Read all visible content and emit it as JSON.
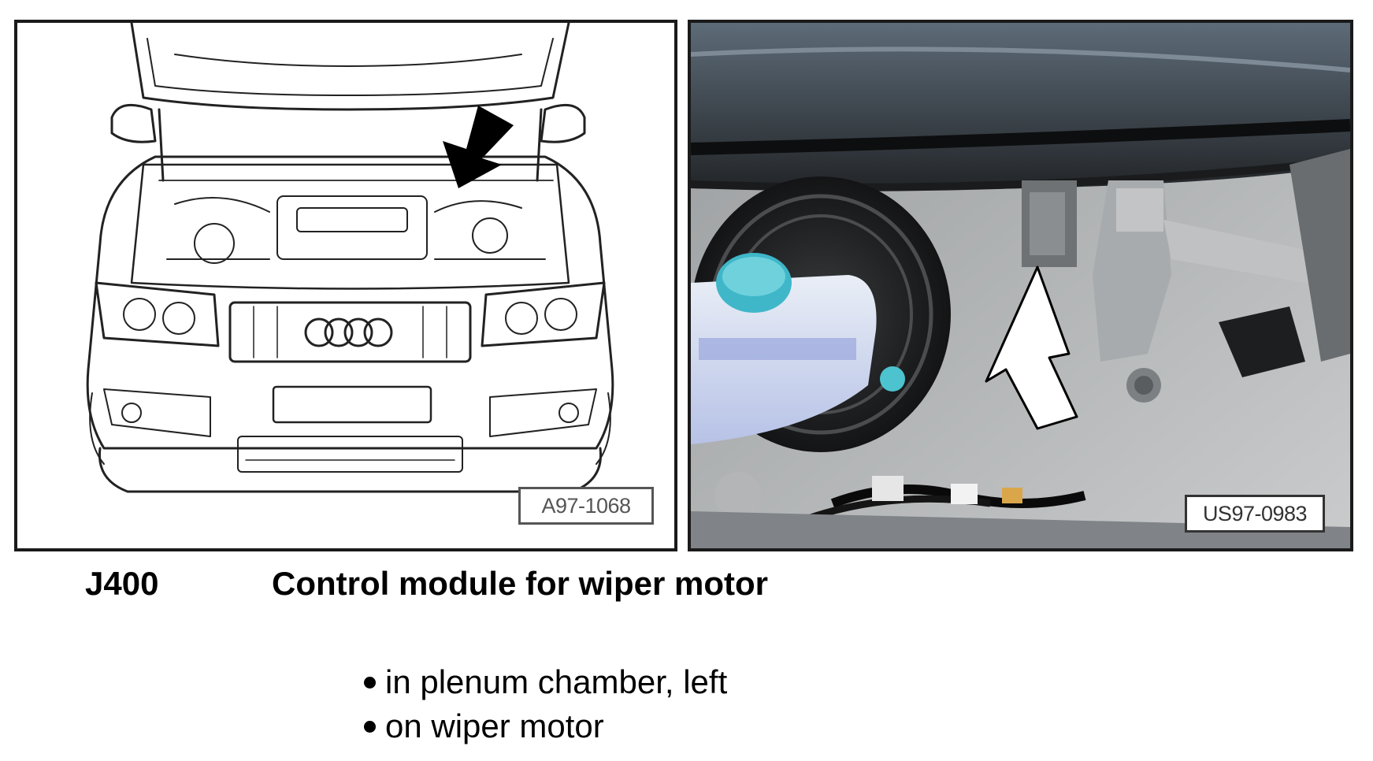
{
  "figures": {
    "left": {
      "reference": "A97-1068"
    },
    "right": {
      "reference": "US97-0983"
    }
  },
  "component": {
    "code": "J400",
    "title": "Control module for wiper motor",
    "locations": [
      "in plenum chamber, left",
      "on wiper motor"
    ]
  },
  "icons": {
    "left_arrow": "arrow-black-icon",
    "right_arrow": "arrow-white-icon"
  }
}
